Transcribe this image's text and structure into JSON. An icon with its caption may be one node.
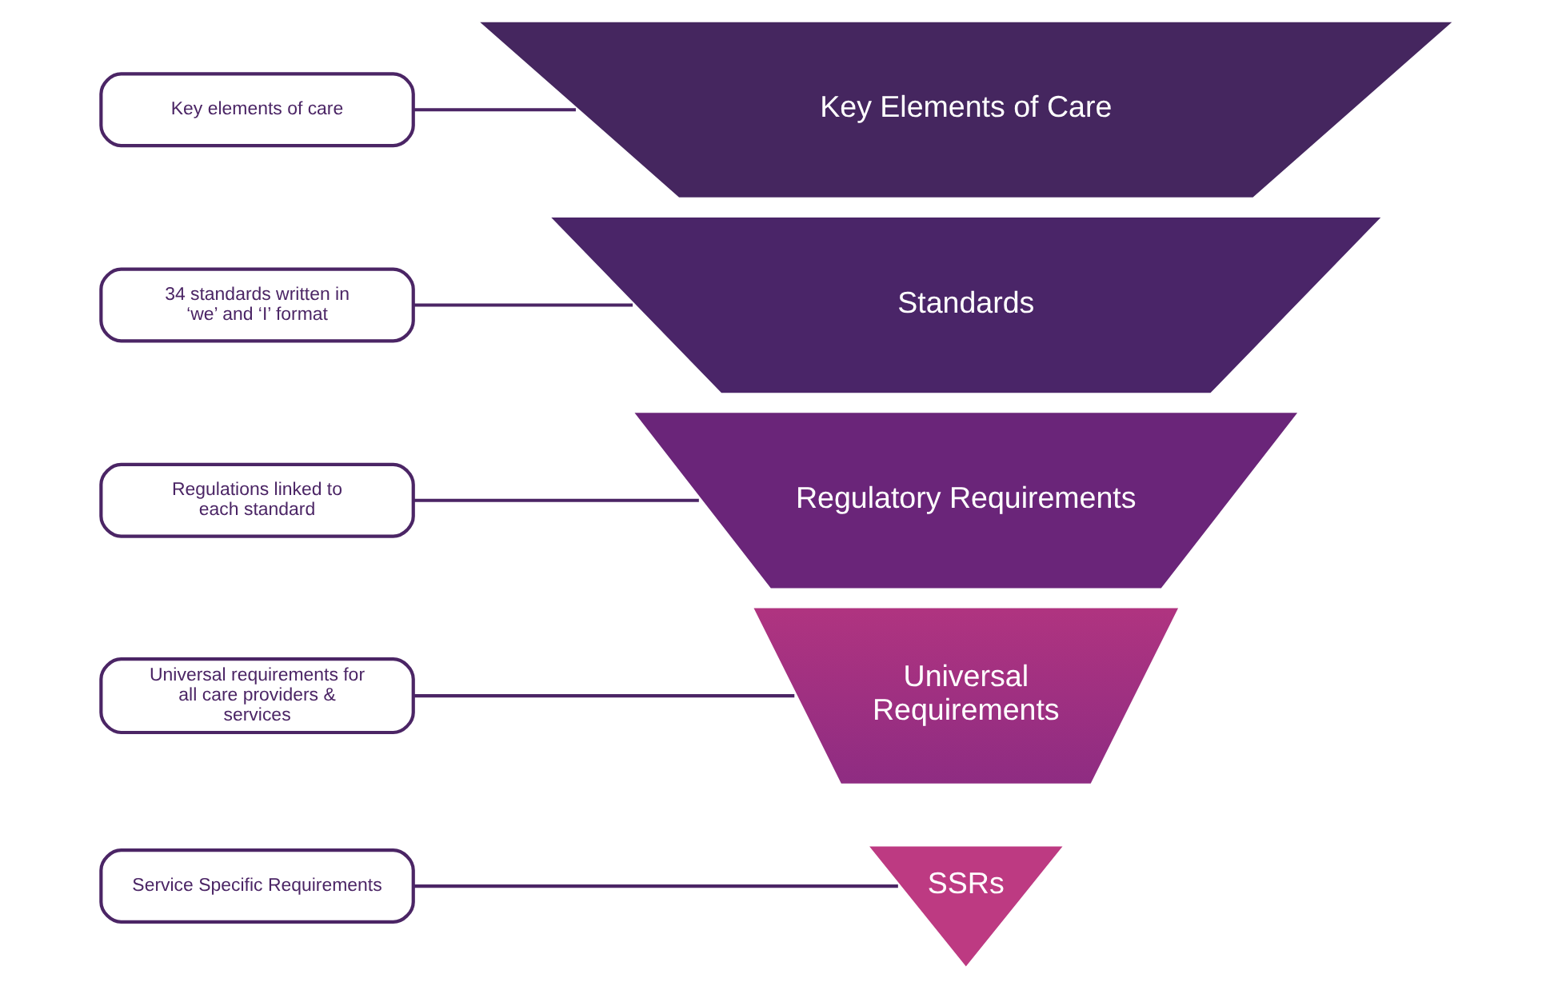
{
  "diagram": {
    "nodes": [
      {
        "text": [
          "Key elements of care"
        ]
      },
      {
        "text": [
          "Key Elements of Care"
        ]
      },
      {
        "text": [
          "34 standards written in ‘we’ and ‘I’ format"
        ]
      },
      {
        "text": [
          "Standards"
        ]
      },
      {
        "text": [
          "Regulations linked to each standard"
        ]
      },
      {
        "text": [
          "Regulatory Requirements"
        ]
      },
      {
        "text": [
          "Universal requirements for all care providers & services"
        ]
      },
      {
        "text": [
          "Universal Requirements"
        ]
      },
      {
        "text": [
          "Service Specific Requirements"
        ]
      },
      {
        "text": [
          "SSRs"
        ]
      }
    ],
    "edges": [
      {
        "from": 0,
        "to": 1,
        "arrow": "none"
      },
      {
        "from": 2,
        "to": 3,
        "arrow": "none"
      },
      {
        "from": 4,
        "to": 5,
        "arrow": "none"
      },
      {
        "from": 6,
        "to": 7,
        "arrow": "none"
      },
      {
        "from": 8,
        "to": 9,
        "arrow": "none"
      }
    ]
  }
}
